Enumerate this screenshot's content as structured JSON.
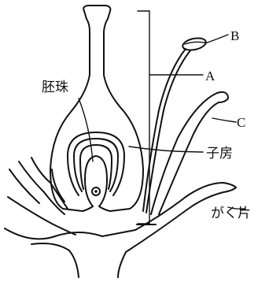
{
  "diagram": {
    "labels": {
      "ovule": "胚珠",
      "a": "A",
      "b": "B",
      "c": "C",
      "ovary": "子房",
      "sepal": "がく片"
    }
  }
}
